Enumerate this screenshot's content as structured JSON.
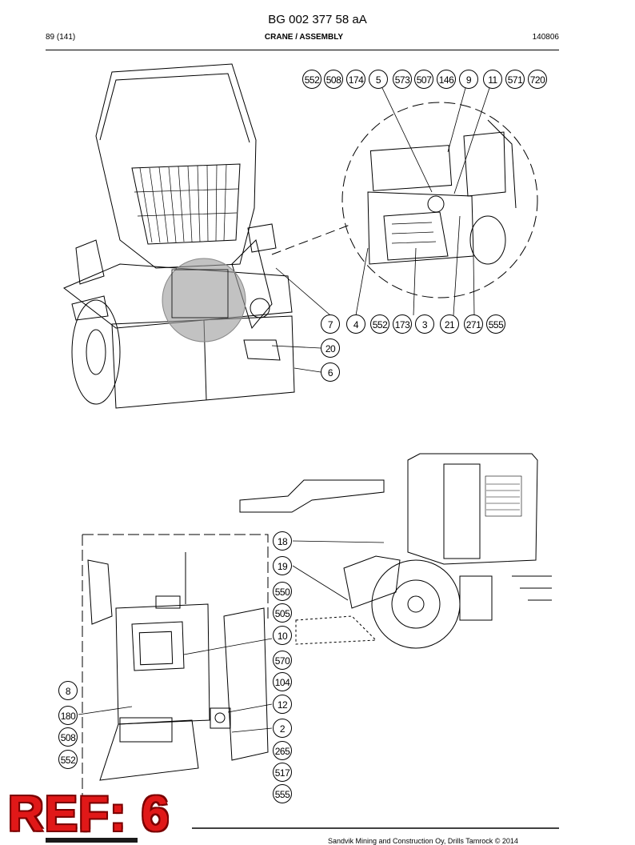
{
  "header": {
    "doc_number": "BG 002 377 58 aA",
    "page": "89 (141)",
    "section": "CRANE / ASSEMBLY",
    "date_code": "140806"
  },
  "top_callouts": [
    "552",
    "508",
    "174",
    "5",
    "573",
    "507",
    "146",
    "9",
    "11",
    "571",
    "720"
  ],
  "mid_callouts": [
    "7",
    "4",
    "552",
    "173",
    "3",
    "21",
    "271",
    "555"
  ],
  "side_callouts_top": [
    "20",
    "6"
  ],
  "bottom_right_callouts": [
    "18",
    "19",
    "550",
    "505",
    "10",
    "570",
    "104",
    "12",
    "2",
    "265",
    "517",
    "555"
  ],
  "bottom_left_callouts": [
    "8",
    "180",
    "508",
    "552"
  ],
  "ref_label": "REF: 6",
  "footer_text": "Sandvik Mining and Construction Oy, Drills Tamrock © 2014"
}
